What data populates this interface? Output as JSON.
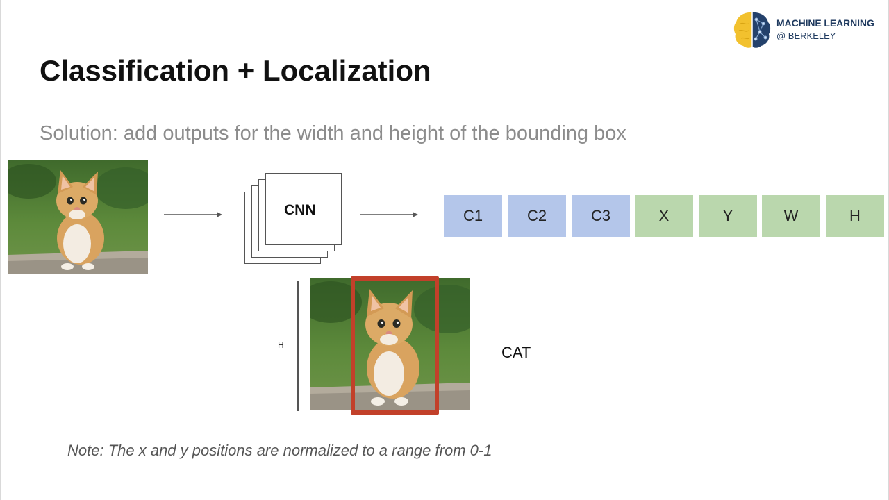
{
  "slide": {
    "title": "Classification + Localization",
    "subtitle": "Solution: add outputs for the width and height of the bounding box",
    "note": "Note: The x and y positions are normalized to a range from 0-1"
  },
  "logo": {
    "line1": "MACHINE LEARNING",
    "line2": "@ BERKELEY"
  },
  "network": {
    "label": "CNN"
  },
  "outputs": [
    {
      "label": "C1",
      "group": "class",
      "color": "#b4c6ea"
    },
    {
      "label": "C2",
      "group": "class",
      "color": "#b4c6ea"
    },
    {
      "label": "C3",
      "group": "class",
      "color": "#b4c6ea"
    },
    {
      "label": "X",
      "group": "box",
      "color": "#bad7ad"
    },
    {
      "label": "Y",
      "group": "box",
      "color": "#bad7ad"
    },
    {
      "label": "W",
      "group": "box",
      "color": "#bad7ad"
    },
    {
      "label": "H",
      "group": "box",
      "color": "#bad7ad"
    }
  ],
  "result": {
    "height_label": "H",
    "class_label": "CAT",
    "box_color": "#c2402a"
  },
  "icons": {
    "logo": "brain-icon",
    "arrows": "arrow-right-icon"
  }
}
